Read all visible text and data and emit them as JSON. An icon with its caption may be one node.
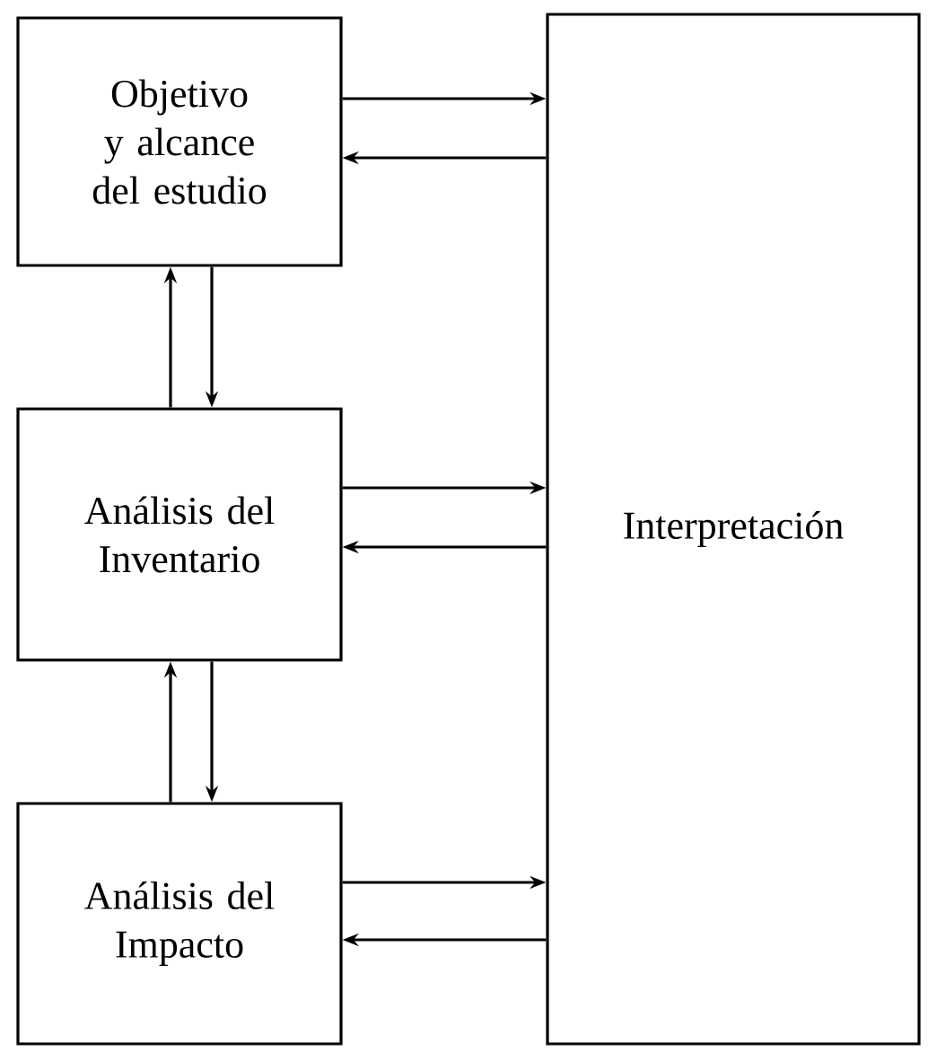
{
  "diagram": {
    "nodes": [
      {
        "text": [
          "Objetivo y alcance del estudio"
        ]
      },
      {
        "text": [
          "Análisis del Inventario"
        ]
      },
      {
        "text": [
          "Análisis del Impacto"
        ]
      },
      {
        "text": [
          "Interpretación"
        ]
      }
    ],
    "edges": [
      {
        "from": 0,
        "to": 3,
        "arrow": "to"
      },
      {
        "from": 3,
        "to": 0,
        "arrow": "to"
      },
      {
        "from": 1,
        "to": 0,
        "arrow": "to"
      },
      {
        "from": 0,
        "to": 1,
        "arrow": "to"
      },
      {
        "from": 1,
        "to": 3,
        "arrow": "to"
      },
      {
        "from": 3,
        "to": 1,
        "arrow": "to"
      },
      {
        "from": 2,
        "to": 1,
        "arrow": "to"
      },
      {
        "from": 1,
        "to": 2,
        "arrow": "to"
      },
      {
        "from": 2,
        "to": 3,
        "arrow": "to"
      },
      {
        "from": 3,
        "to": 2,
        "arrow": "to"
      }
    ]
  }
}
